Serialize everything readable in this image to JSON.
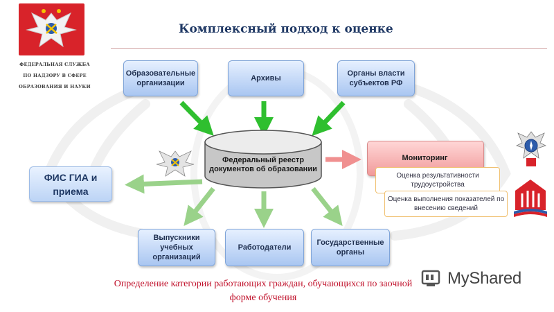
{
  "header": {
    "title": "Комплексный подход к оценке",
    "org_lines": [
      "ФЕДЕРАЛЬНАЯ СЛУЖБА",
      "ПО НАДЗОРУ В СФЕРЕ",
      "ОБРАЗОВАНИЯ И НАУКИ"
    ]
  },
  "diagram": {
    "central": "Федеральный реестр документов об образовании",
    "sources": [
      "Образовательные организации",
      "Архивы",
      "Органы власти субъектов РФ"
    ],
    "consumers": [
      "Выпускники учебных организаций",
      "Работодатели",
      "Государственные органы"
    ],
    "fis": "ФИС ГИА и приема",
    "monitoring": {
      "title": "Мониторинг",
      "items": [
        "Оценка результативности трудоустройства",
        "Оценка выполнения показателей по внесению сведений"
      ]
    }
  },
  "footer": {
    "note": "Определение категории работающих граждан, обучающихся по заочной форме обучения"
  },
  "brand": {
    "watermark": "MyShared"
  },
  "colors": {
    "title": "#1f3864",
    "box_fill": "#a9c6f1",
    "green_arrow": "#2fbf2f",
    "light_green_arrow": "#9ad28a",
    "monitoring_fill": "#f19a9a",
    "footer_text": "#c0102a",
    "logo_red": "#d8232a"
  },
  "icons": [
    "double-headed-eagle-emblem",
    "rosobrnadzor-emblem",
    "pfr-logo",
    "myshared-logo"
  ]
}
